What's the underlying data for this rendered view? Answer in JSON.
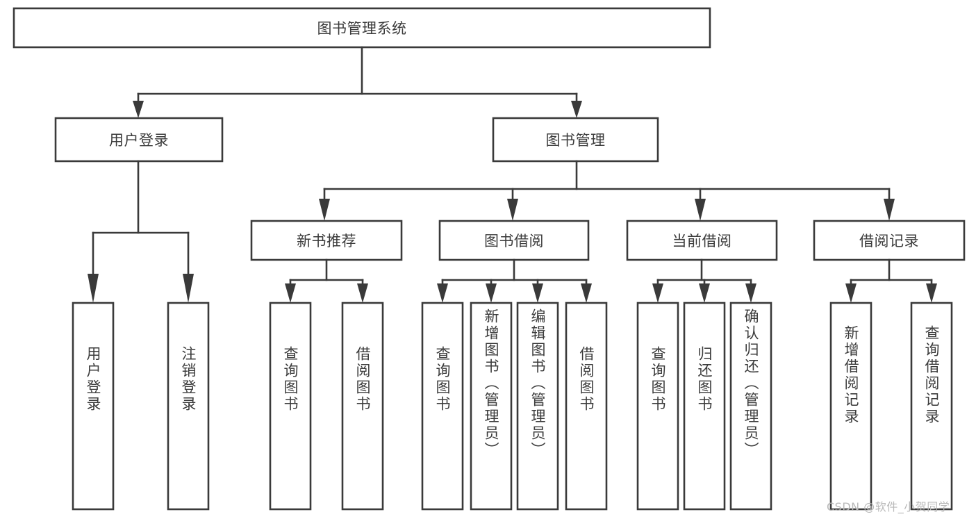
{
  "diagram": {
    "type": "tree-hierarchy-chart",
    "title": "图书管理系统",
    "root": {
      "label": "图书管理系统",
      "level": 0
    },
    "level1": [
      {
        "label": "用户登录"
      },
      {
        "label": "图书管理"
      }
    ],
    "level2": [
      {
        "label": "新书推荐",
        "parent": "图书管理"
      },
      {
        "label": "图书借阅",
        "parent": "图书管理"
      },
      {
        "label": "当前借阅",
        "parent": "图书管理"
      },
      {
        "label": "借阅记录",
        "parent": "图书管理"
      }
    ],
    "leaves": {
      "user_login": [
        {
          "label": "用户登录"
        },
        {
          "label": "注销登录"
        }
      ],
      "new_book_recommend": [
        {
          "label": "查询图书"
        },
        {
          "label": "借阅图书"
        }
      ],
      "book_borrow": [
        {
          "label": "查询图书"
        },
        {
          "label": "新增图书（管理员）"
        },
        {
          "label": "编辑图书（管理员）"
        },
        {
          "label": "借阅图书"
        }
      ],
      "current_borrow": [
        {
          "label": "查询图书"
        },
        {
          "label": "归还图书"
        },
        {
          "label": "确认归还（管理员）"
        }
      ],
      "borrow_record": [
        {
          "label": "新增借阅记录"
        },
        {
          "label": "查询借阅记录"
        }
      ]
    }
  },
  "watermark": {
    "text": "CSDN @软件_小贺同学"
  },
  "colors": {
    "box_stroke": "#3a3a3a",
    "box_fill": "#ffffff",
    "text": "#3b3b3b",
    "connector": "#3a3a3a",
    "watermark": "#b9b9b9",
    "background": "#ffffff"
  }
}
